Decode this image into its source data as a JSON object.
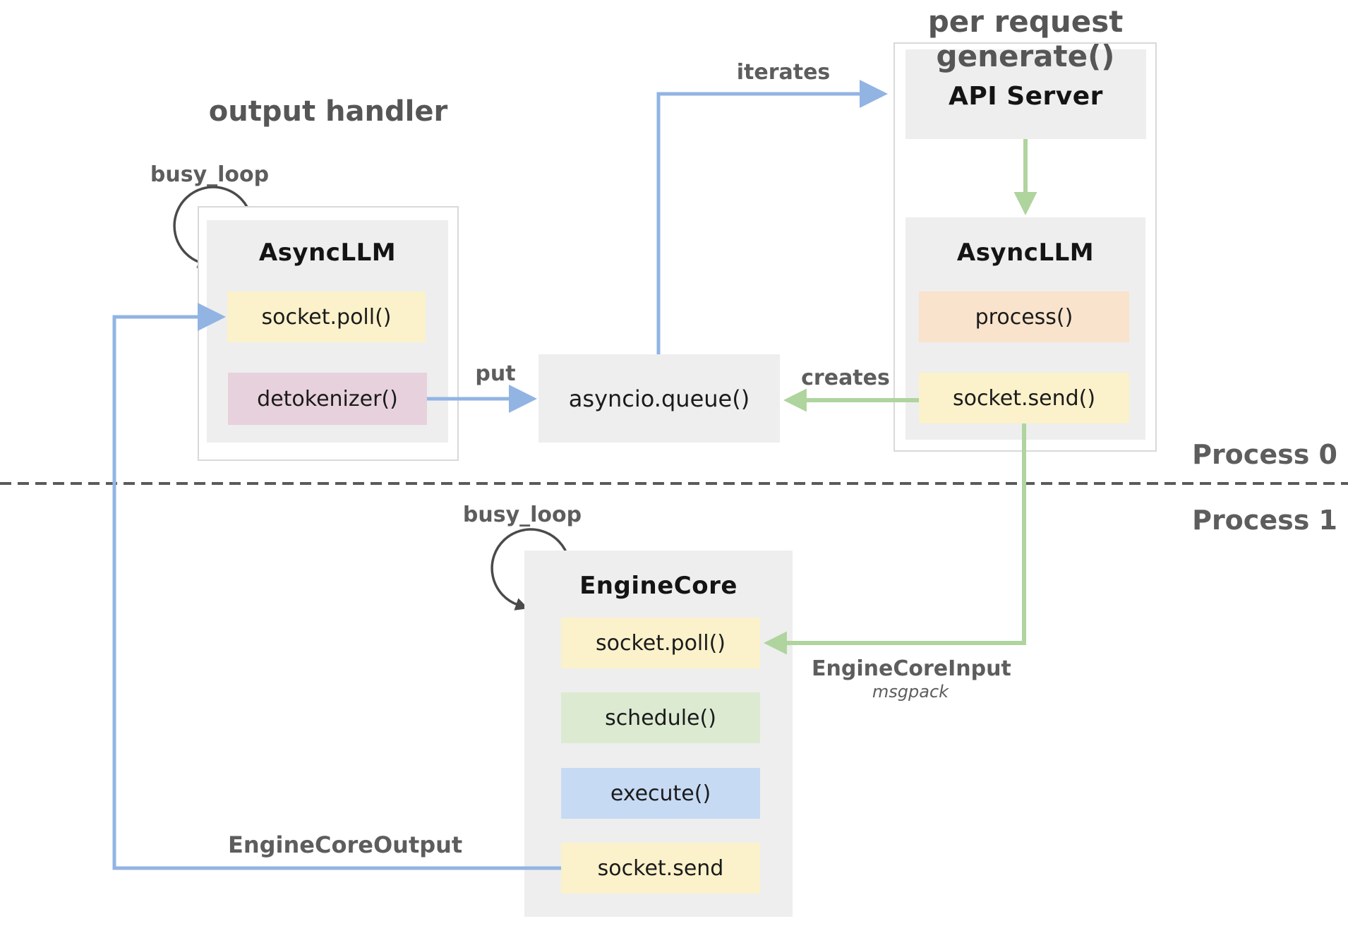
{
  "titles": {
    "output_handler": "output handler",
    "per_request_generate": "per request generate()"
  },
  "process_boundary": {
    "process0": "Process 0",
    "process1": "Process 1"
  },
  "loops": {
    "top_label": "busy_loop",
    "bottom_label": "busy_loop"
  },
  "edge_labels": {
    "iterates": "iterates",
    "put": "put",
    "creates": "creates",
    "engine_core_input": "EngineCoreInput",
    "engine_core_input_format": "msgpack",
    "engine_core_output": "EngineCoreOutput"
  },
  "nodes": {
    "output_handler_async_llm": {
      "title": "AsyncLLM",
      "methods": {
        "socket_poll": "socket.poll()",
        "detokenizer": "detokenizer()"
      }
    },
    "api_server": {
      "title": "API Server"
    },
    "request_async_llm": {
      "title": "AsyncLLM",
      "methods": {
        "process": "process()",
        "socket_send": "socket.send()"
      }
    },
    "asyncio_queue": {
      "label": "asyncio.queue()"
    },
    "engine_core": {
      "title": "EngineCore",
      "methods": {
        "socket_poll": "socket.poll()",
        "schedule": "schedule()",
        "execute": "execute()",
        "socket_send": "socket.send"
      }
    }
  },
  "edges": [
    {
      "from": "output_handler_async_llm.detokenizer",
      "to": "asyncio_queue",
      "label": "put",
      "color": "blue"
    },
    {
      "from": "asyncio_queue",
      "to": "api_server",
      "label": "iterates",
      "color": "blue"
    },
    {
      "from": "api_server",
      "to": "request_async_llm",
      "label": "",
      "color": "green"
    },
    {
      "from": "request_async_llm.socket_send",
      "to": "asyncio_queue",
      "label": "creates",
      "color": "green"
    },
    {
      "from": "request_async_llm.socket_send",
      "to": "engine_core.socket_poll",
      "label": "EngineCoreInput (msgpack)",
      "color": "green"
    },
    {
      "from": "engine_core.socket_send",
      "to": "output_handler_async_llm.socket_poll",
      "label": "EngineCoreOutput",
      "color": "blue"
    },
    {
      "from": "output_handler_async_llm",
      "to": "output_handler_async_llm",
      "label": "busy_loop",
      "color": "dark"
    },
    {
      "from": "engine_core",
      "to": "engine_core",
      "label": "busy_loop",
      "color": "dark"
    }
  ],
  "colors": {
    "arrow_blue": "#92b4e3",
    "arrow_green": "#afd49e",
    "box_gray": "#eeeeee",
    "container_border": "#d9d9d9",
    "method_yellow": "#fbf1ca",
    "method_pink": "#e7d1dc",
    "method_orange": "#f9e3cc",
    "method_green": "#dcead2",
    "method_blue": "#c7daf4",
    "label_gray": "#5d5d5d",
    "title_gray": "#565656",
    "divider_gray": "#5a5a5a",
    "loop_arrow": "#4a4a4a"
  }
}
